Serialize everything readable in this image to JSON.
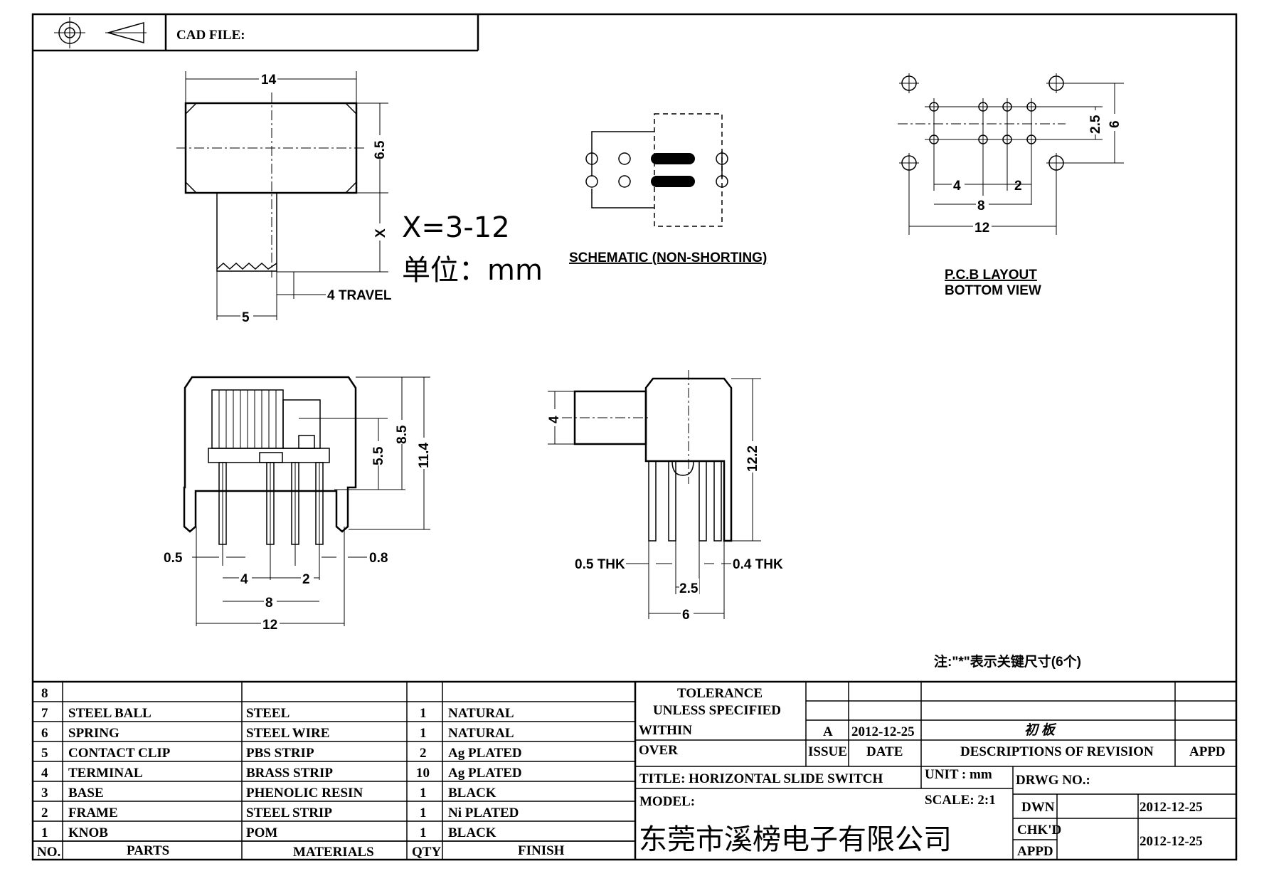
{
  "header": {
    "cad_file_label": "CAD FILE:"
  },
  "top_view": {
    "dim_width": "14",
    "dim_height": "6.5",
    "dim_x": "X",
    "dim_knob": "5",
    "travel": "4 TRAVEL"
  },
  "spec": {
    "x_range": "X=3-12",
    "unit": "单位：mm"
  },
  "schematic": {
    "caption": "SCHEMATIC (NON-SHORTING)"
  },
  "pcb": {
    "caption_1": "P.C.B LAYOUT",
    "caption_2": "BOTTOM VIEW",
    "dims": {
      "d2_5": "2.5",
      "d6": "6",
      "d4": "4",
      "d2": "2",
      "d8": "8",
      "d12": "12"
    }
  },
  "front_view": {
    "dims": {
      "d5_5": "5.5",
      "d8_5": "8.5",
      "d11_4": "11.4",
      "d0_5": "0.5",
      "d0_8": "0.8",
      "d4": "4",
      "d2": "2",
      "d8": "8",
      "d12": "12"
    }
  },
  "side_view": {
    "dims": {
      "d4": "4",
      "d12_2": "12.2",
      "d0_5": "0.5 THK",
      "d0_4": "0.4 THK",
      "d2_5": "2.5",
      "d6": "6"
    }
  },
  "note": "注:\"*\"表示关键尺寸(6个)",
  "bom": {
    "rows": [
      {
        "no": "8",
        "part": "",
        "material": "",
        "qty": "",
        "finish": ""
      },
      {
        "no": "7",
        "part": "STEEL BALL",
        "material": "STEEL",
        "qty": "1",
        "finish": "NATURAL"
      },
      {
        "no": "6",
        "part": "SPRING",
        "material": "STEEL WIRE",
        "qty": "1",
        "finish": "NATURAL"
      },
      {
        "no": "5",
        "part": "CONTACT CLIP",
        "material": "PBS STRIP",
        "qty": "2",
        "finish": "Ag PLATED"
      },
      {
        "no": "4",
        "part": "TERMINAL",
        "material": "BRASS STRIP",
        "qty": "10",
        "finish": "Ag PLATED"
      },
      {
        "no": "3",
        "part": "BASE",
        "material": "PHENOLIC RESIN",
        "qty": "1",
        "finish": "BLACK"
      },
      {
        "no": "2",
        "part": "FRAME",
        "material": "STEEL STRIP",
        "qty": "1",
        "finish": "Ni PLATED"
      },
      {
        "no": "1",
        "part": "KNOB",
        "material": "POM",
        "qty": "1",
        "finish": "BLACK"
      }
    ],
    "header": {
      "no": "NO.",
      "parts": "PARTS",
      "materials": "MATERIALS",
      "qty": "QTY",
      "finish": "FINISH"
    }
  },
  "title_block": {
    "tol_1": "TOLERANCE",
    "tol_2": "UNLESS   SPECIFIED",
    "within": "WITHIN",
    "over": "OVER",
    "rev": "A",
    "rev_date": "2012-12-25",
    "rev_desc": "初 板",
    "issue": "ISSUE",
    "date": "DATE",
    "desc": "DESCRIPTIONS  OF  REVISION",
    "appd": "APPD",
    "title": "TITLE:  HORIZONTAL  SLIDE  SWITCH",
    "unit": "UNIT : mm",
    "drwg_no": "DRWG  NO.:",
    "model": "MODEL:",
    "scale": "SCALE: 2:1",
    "dwn": "DWN",
    "dwn_date": "2012-12-25",
    "chkd": "CHK'D",
    "appd2": "APPD",
    "chk_date": "2012-12-25",
    "company": "东莞市溪榜电子有限公司"
  }
}
